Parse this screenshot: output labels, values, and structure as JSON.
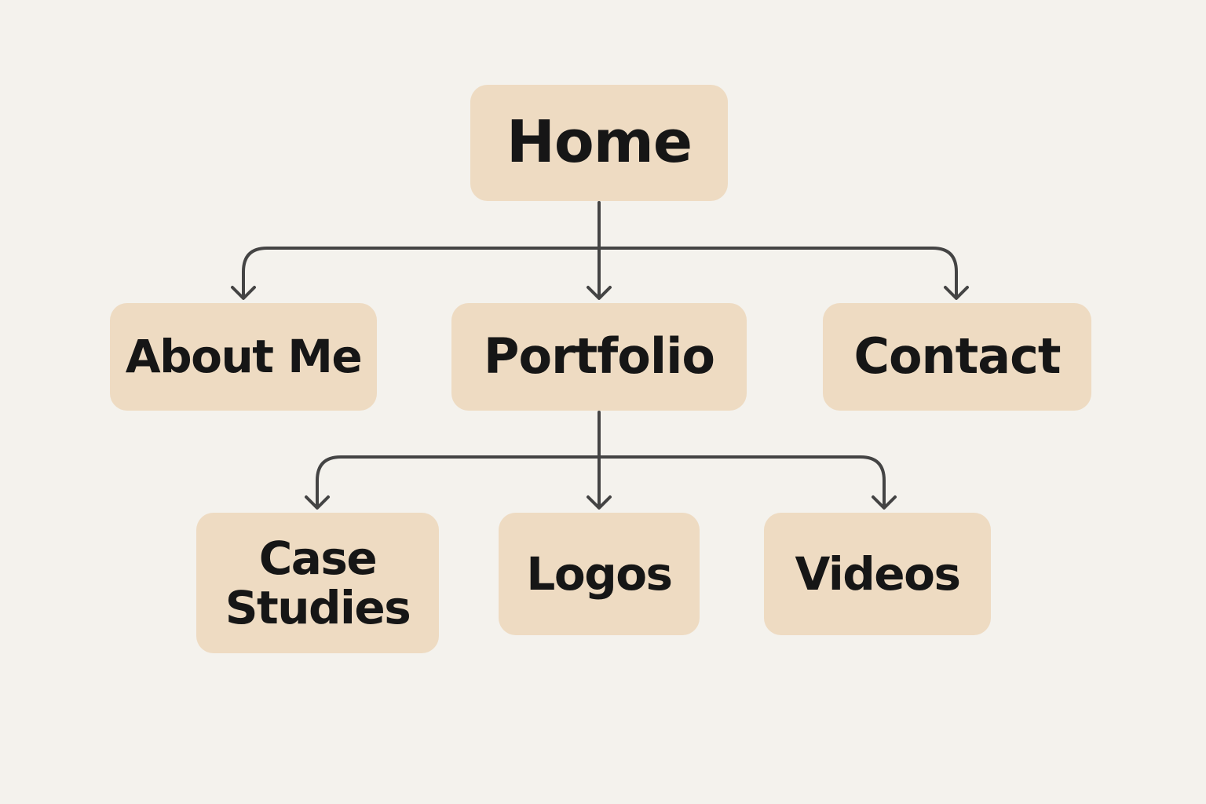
{
  "colors": {
    "background": "#f4f2ed",
    "node_fill": "#eedbc2",
    "node_text": "#161616",
    "connector": "#444444"
  },
  "nodes": {
    "home": {
      "label": "Home"
    },
    "about": {
      "label": "About Me"
    },
    "portfolio": {
      "label": "Portfolio"
    },
    "contact": {
      "label": "Contact"
    },
    "case_studies": {
      "label": "Case Studies"
    },
    "logos": {
      "label": "Logos"
    },
    "videos": {
      "label": "Videos"
    }
  },
  "edges": [
    {
      "from": "home",
      "to": "about"
    },
    {
      "from": "home",
      "to": "portfolio"
    },
    {
      "from": "home",
      "to": "contact"
    },
    {
      "from": "portfolio",
      "to": "case_studies"
    },
    {
      "from": "portfolio",
      "to": "logos"
    },
    {
      "from": "portfolio",
      "to": "videos"
    }
  ]
}
